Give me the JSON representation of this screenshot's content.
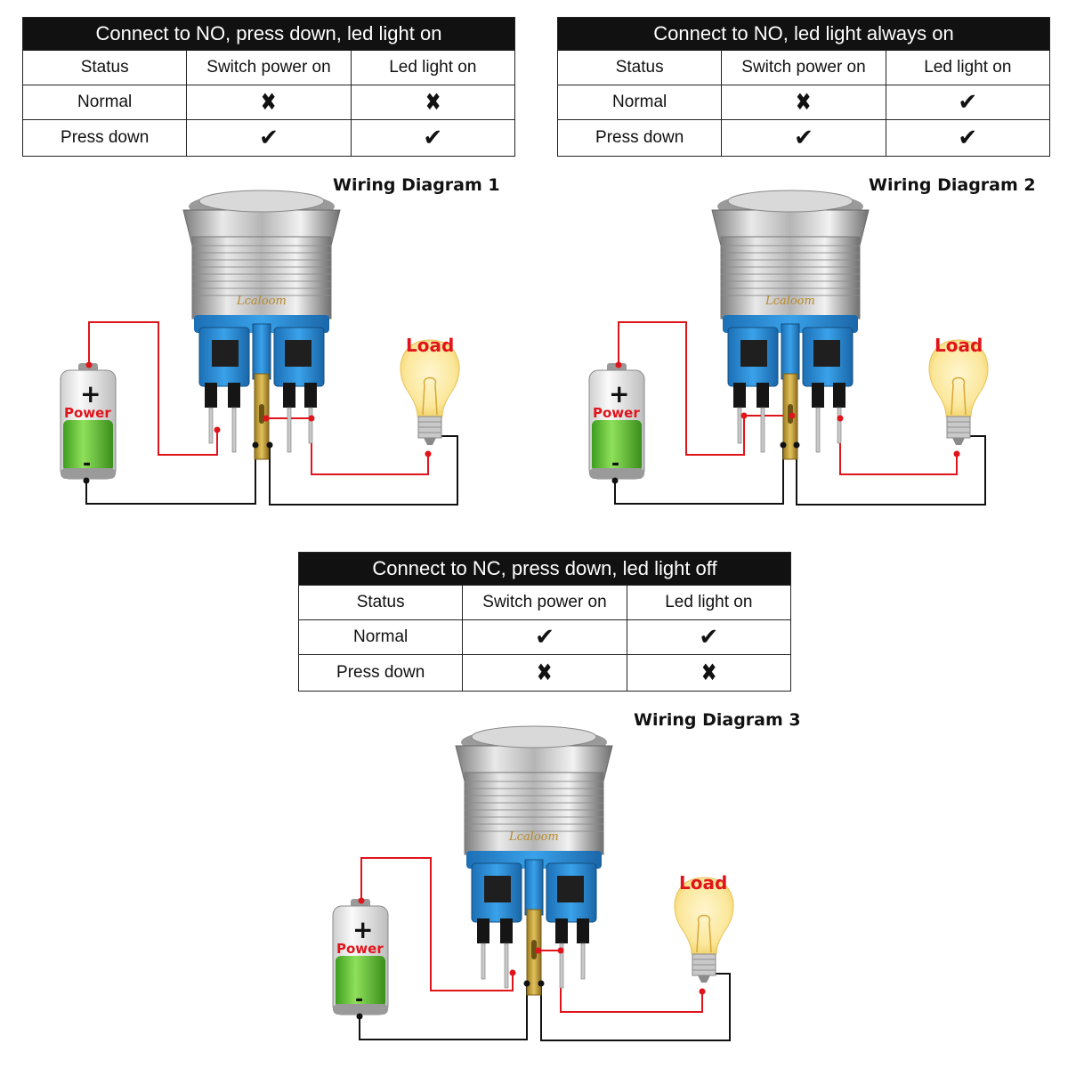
{
  "tables": [
    {
      "title": "Connect to NO, press down, led light on",
      "columns": [
        "Status",
        "Switch power on",
        "Led light on"
      ],
      "rows": [
        {
          "status": "Normal",
          "switch_power_on": "cross",
          "led_light_on": "cross"
        },
        {
          "status": "Press down",
          "switch_power_on": "check",
          "led_light_on": "check"
        }
      ]
    },
    {
      "title": "Connect to NO, led light always on",
      "columns": [
        "Status",
        "Switch power on",
        "Led light on"
      ],
      "rows": [
        {
          "status": "Normal",
          "switch_power_on": "cross",
          "led_light_on": "check"
        },
        {
          "status": "Press down",
          "switch_power_on": "check",
          "led_light_on": "check"
        }
      ]
    },
    {
      "title": "Connect to NC, press down, led light off",
      "columns": [
        "Status",
        "Switch power on",
        "Led light on"
      ],
      "rows": [
        {
          "status": "Normal",
          "switch_power_on": "check",
          "led_light_on": "check"
        },
        {
          "status": "Press down",
          "switch_power_on": "cross",
          "led_light_on": "cross"
        }
      ]
    }
  ],
  "diagrams": [
    {
      "title": "Wiring Diagram 1",
      "load_label": "Load",
      "power_label": "Power",
      "plus": "+",
      "minus": "-"
    },
    {
      "title": "Wiring Diagram 2",
      "load_label": "Load",
      "power_label": "Power",
      "plus": "+",
      "minus": "-"
    },
    {
      "title": "Wiring Diagram 3",
      "load_label": "Load",
      "power_label": "Power",
      "plus": "+",
      "minus": "-"
    }
  ],
  "icons": {
    "check": "check-mark-icon",
    "cross": "cross-mark-icon"
  },
  "colors": {
    "header_bg": "#111111",
    "wire_red": "#e0141b",
    "wire_black": "#111111",
    "switch_blue": "#2f8fd8",
    "bulb": "#fbe79b"
  }
}
